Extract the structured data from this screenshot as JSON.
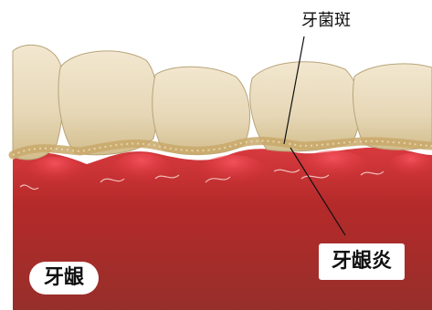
{
  "labels": {
    "plaque": "牙菌斑",
    "gingivitis": "牙龈炎",
    "gum": "牙龈"
  },
  "colors": {
    "tooth": "#e9ddc0",
    "plaque": "#c9a86a",
    "gum_inflamed": "#c8252a",
    "gum_base": "#a52a2a",
    "gum_deep": "#8d2a24"
  },
  "icons": {
    "tooth": "tooth-illustration",
    "gum": "gum-illustration"
  }
}
